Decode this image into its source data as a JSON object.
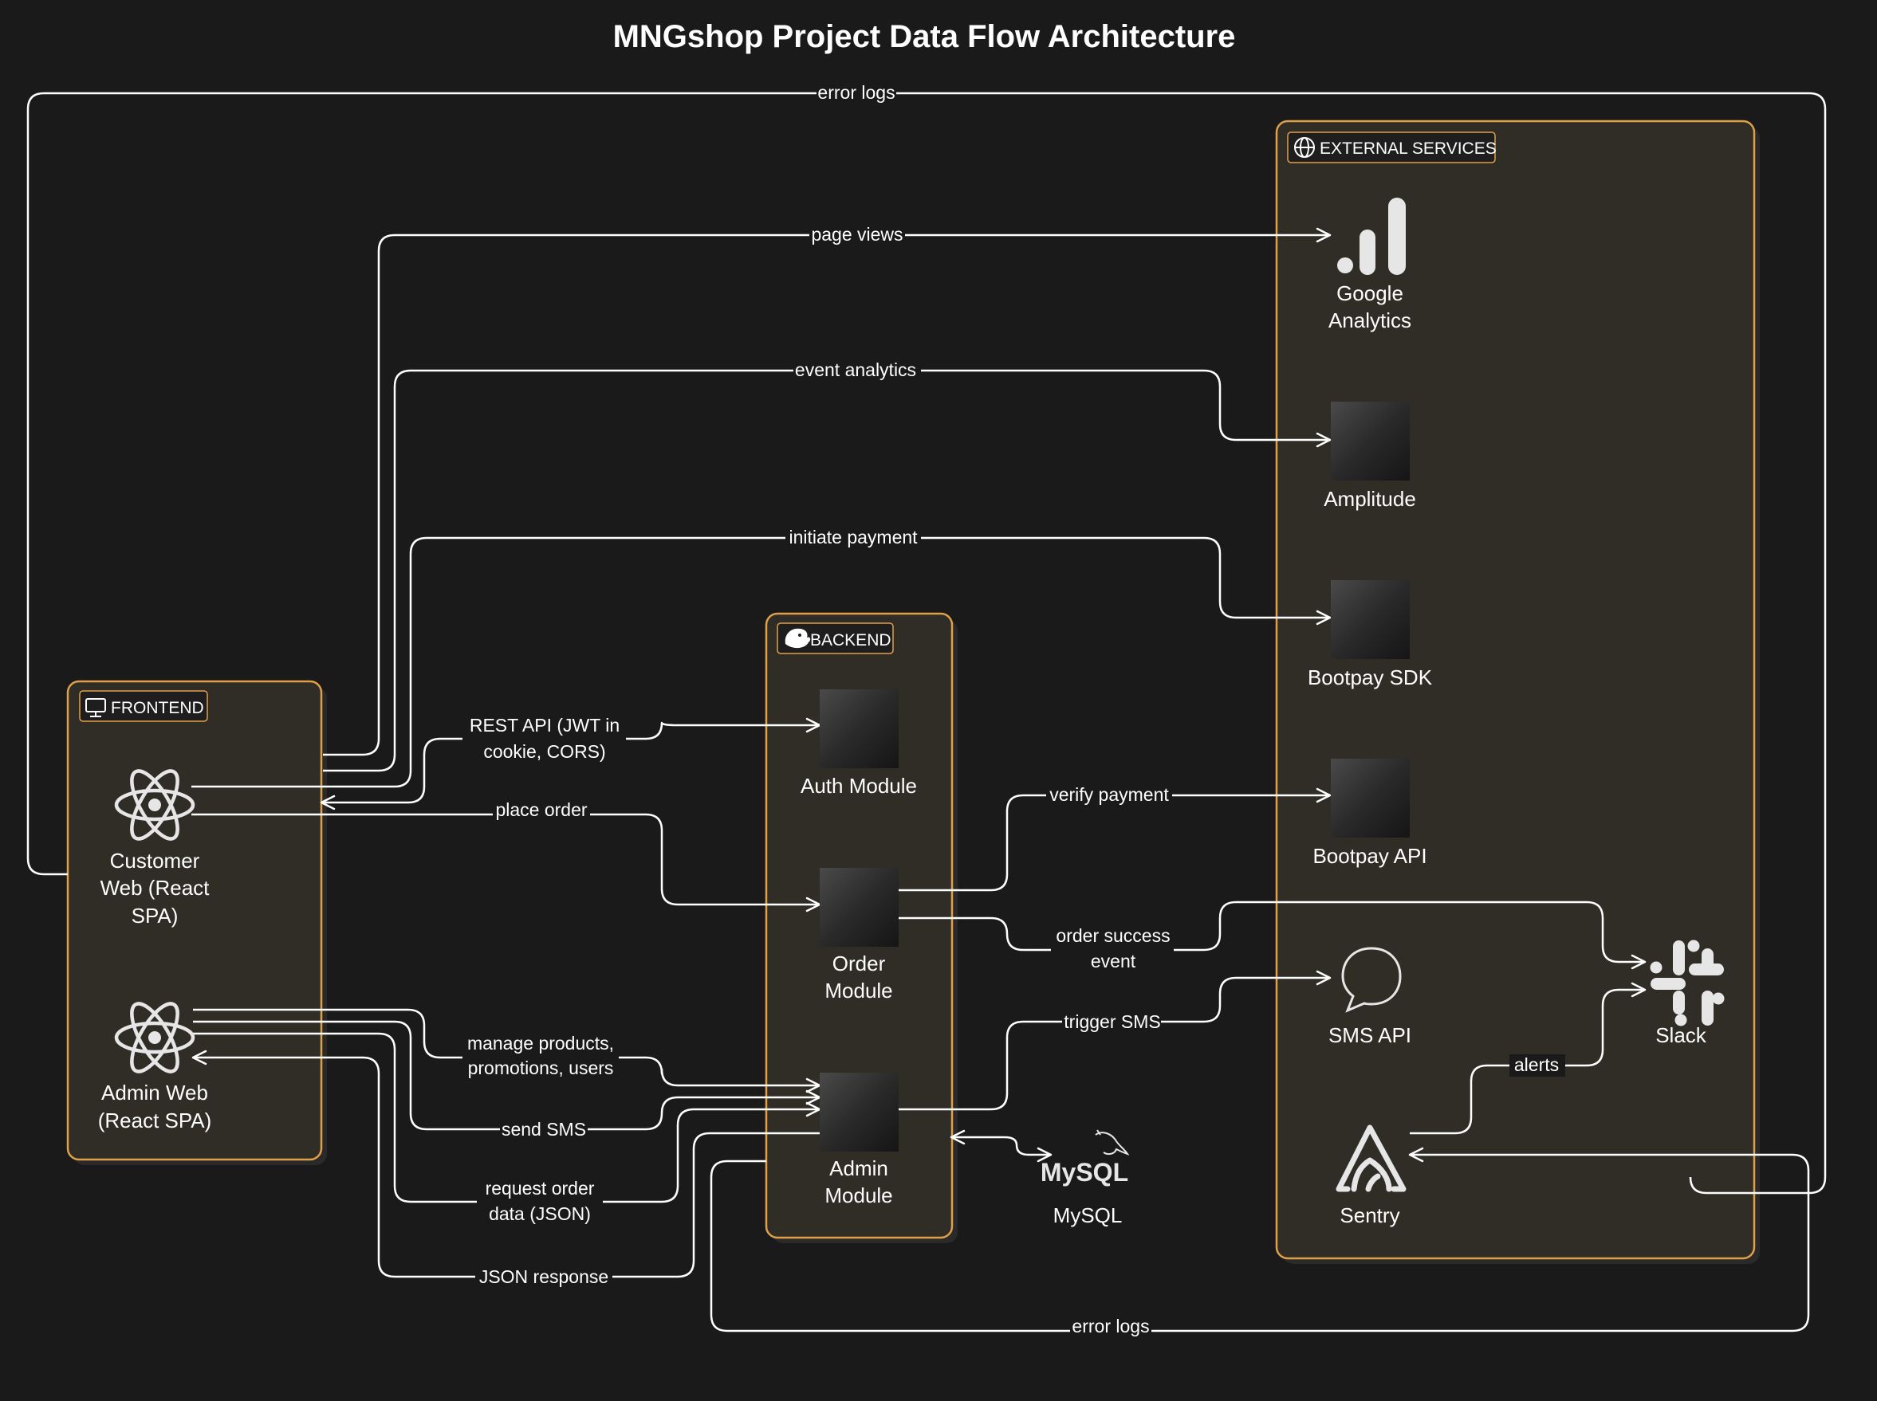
{
  "title": "MNGshop Project Data Flow Architecture",
  "groups": {
    "frontend": {
      "label": "FRONTEND",
      "icon": "monitor-icon"
    },
    "backend": {
      "label": "BACKEND",
      "icon": "nestjs-icon"
    },
    "external": {
      "label": "EXTERNAL SERVICES",
      "icon": "globe-icon"
    }
  },
  "nodes": {
    "customer_web": {
      "label": [
        "Customer",
        "Web (React",
        "SPA)"
      ],
      "icon": "react-icon"
    },
    "admin_web": {
      "label": [
        "Admin Web",
        "(React SPA)"
      ],
      "icon": "react-icon"
    },
    "auth_module": {
      "label": [
        "Auth Module"
      ]
    },
    "order_module": {
      "label": [
        "Order",
        "Module"
      ]
    },
    "admin_module": {
      "label": [
        "Admin",
        "Module"
      ]
    },
    "mysql": {
      "label": [
        "MySQL"
      ],
      "logo_text": "MySQL",
      "icon": "mysql-dolphin-icon"
    },
    "google_analytics": {
      "label": [
        "Google",
        "Analytics"
      ],
      "icon": "google-analytics-icon"
    },
    "amplitude": {
      "label": [
        "Amplitude"
      ]
    },
    "bootpay_sdk": {
      "label": [
        "Bootpay SDK"
      ]
    },
    "bootpay_api": {
      "label": [
        "Bootpay API"
      ]
    },
    "sms_api": {
      "label": [
        "SMS API"
      ],
      "icon": "chat-bubble-icon"
    },
    "sentry": {
      "label": [
        "Sentry"
      ],
      "icon": "sentry-icon"
    },
    "slack": {
      "label": [
        "Slack"
      ],
      "icon": "slack-icon"
    }
  },
  "edges": {
    "error_logs_top": "error logs",
    "page_views": "page views",
    "event_analytics": "event analytics",
    "initiate_payment": "initiate payment",
    "rest_api": [
      "REST API (JWT in",
      "cookie, CORS)"
    ],
    "place_order": "place order",
    "verify_payment": "verify payment",
    "order_success": [
      "order success",
      "event"
    ],
    "trigger_sms": "trigger SMS",
    "manage": [
      "manage products,",
      "promotions, users"
    ],
    "send_sms": "send SMS",
    "request_order": [
      "request order",
      "data (JSON)"
    ],
    "json_response": "JSON response",
    "alerts": "alerts",
    "error_logs_bottom": "error logs"
  },
  "colors": {
    "background": "#1a1a1a",
    "group_fill": "#302d26",
    "group_border": "#e0a04a",
    "edge": "#ffffff",
    "text": "#ffffff"
  }
}
